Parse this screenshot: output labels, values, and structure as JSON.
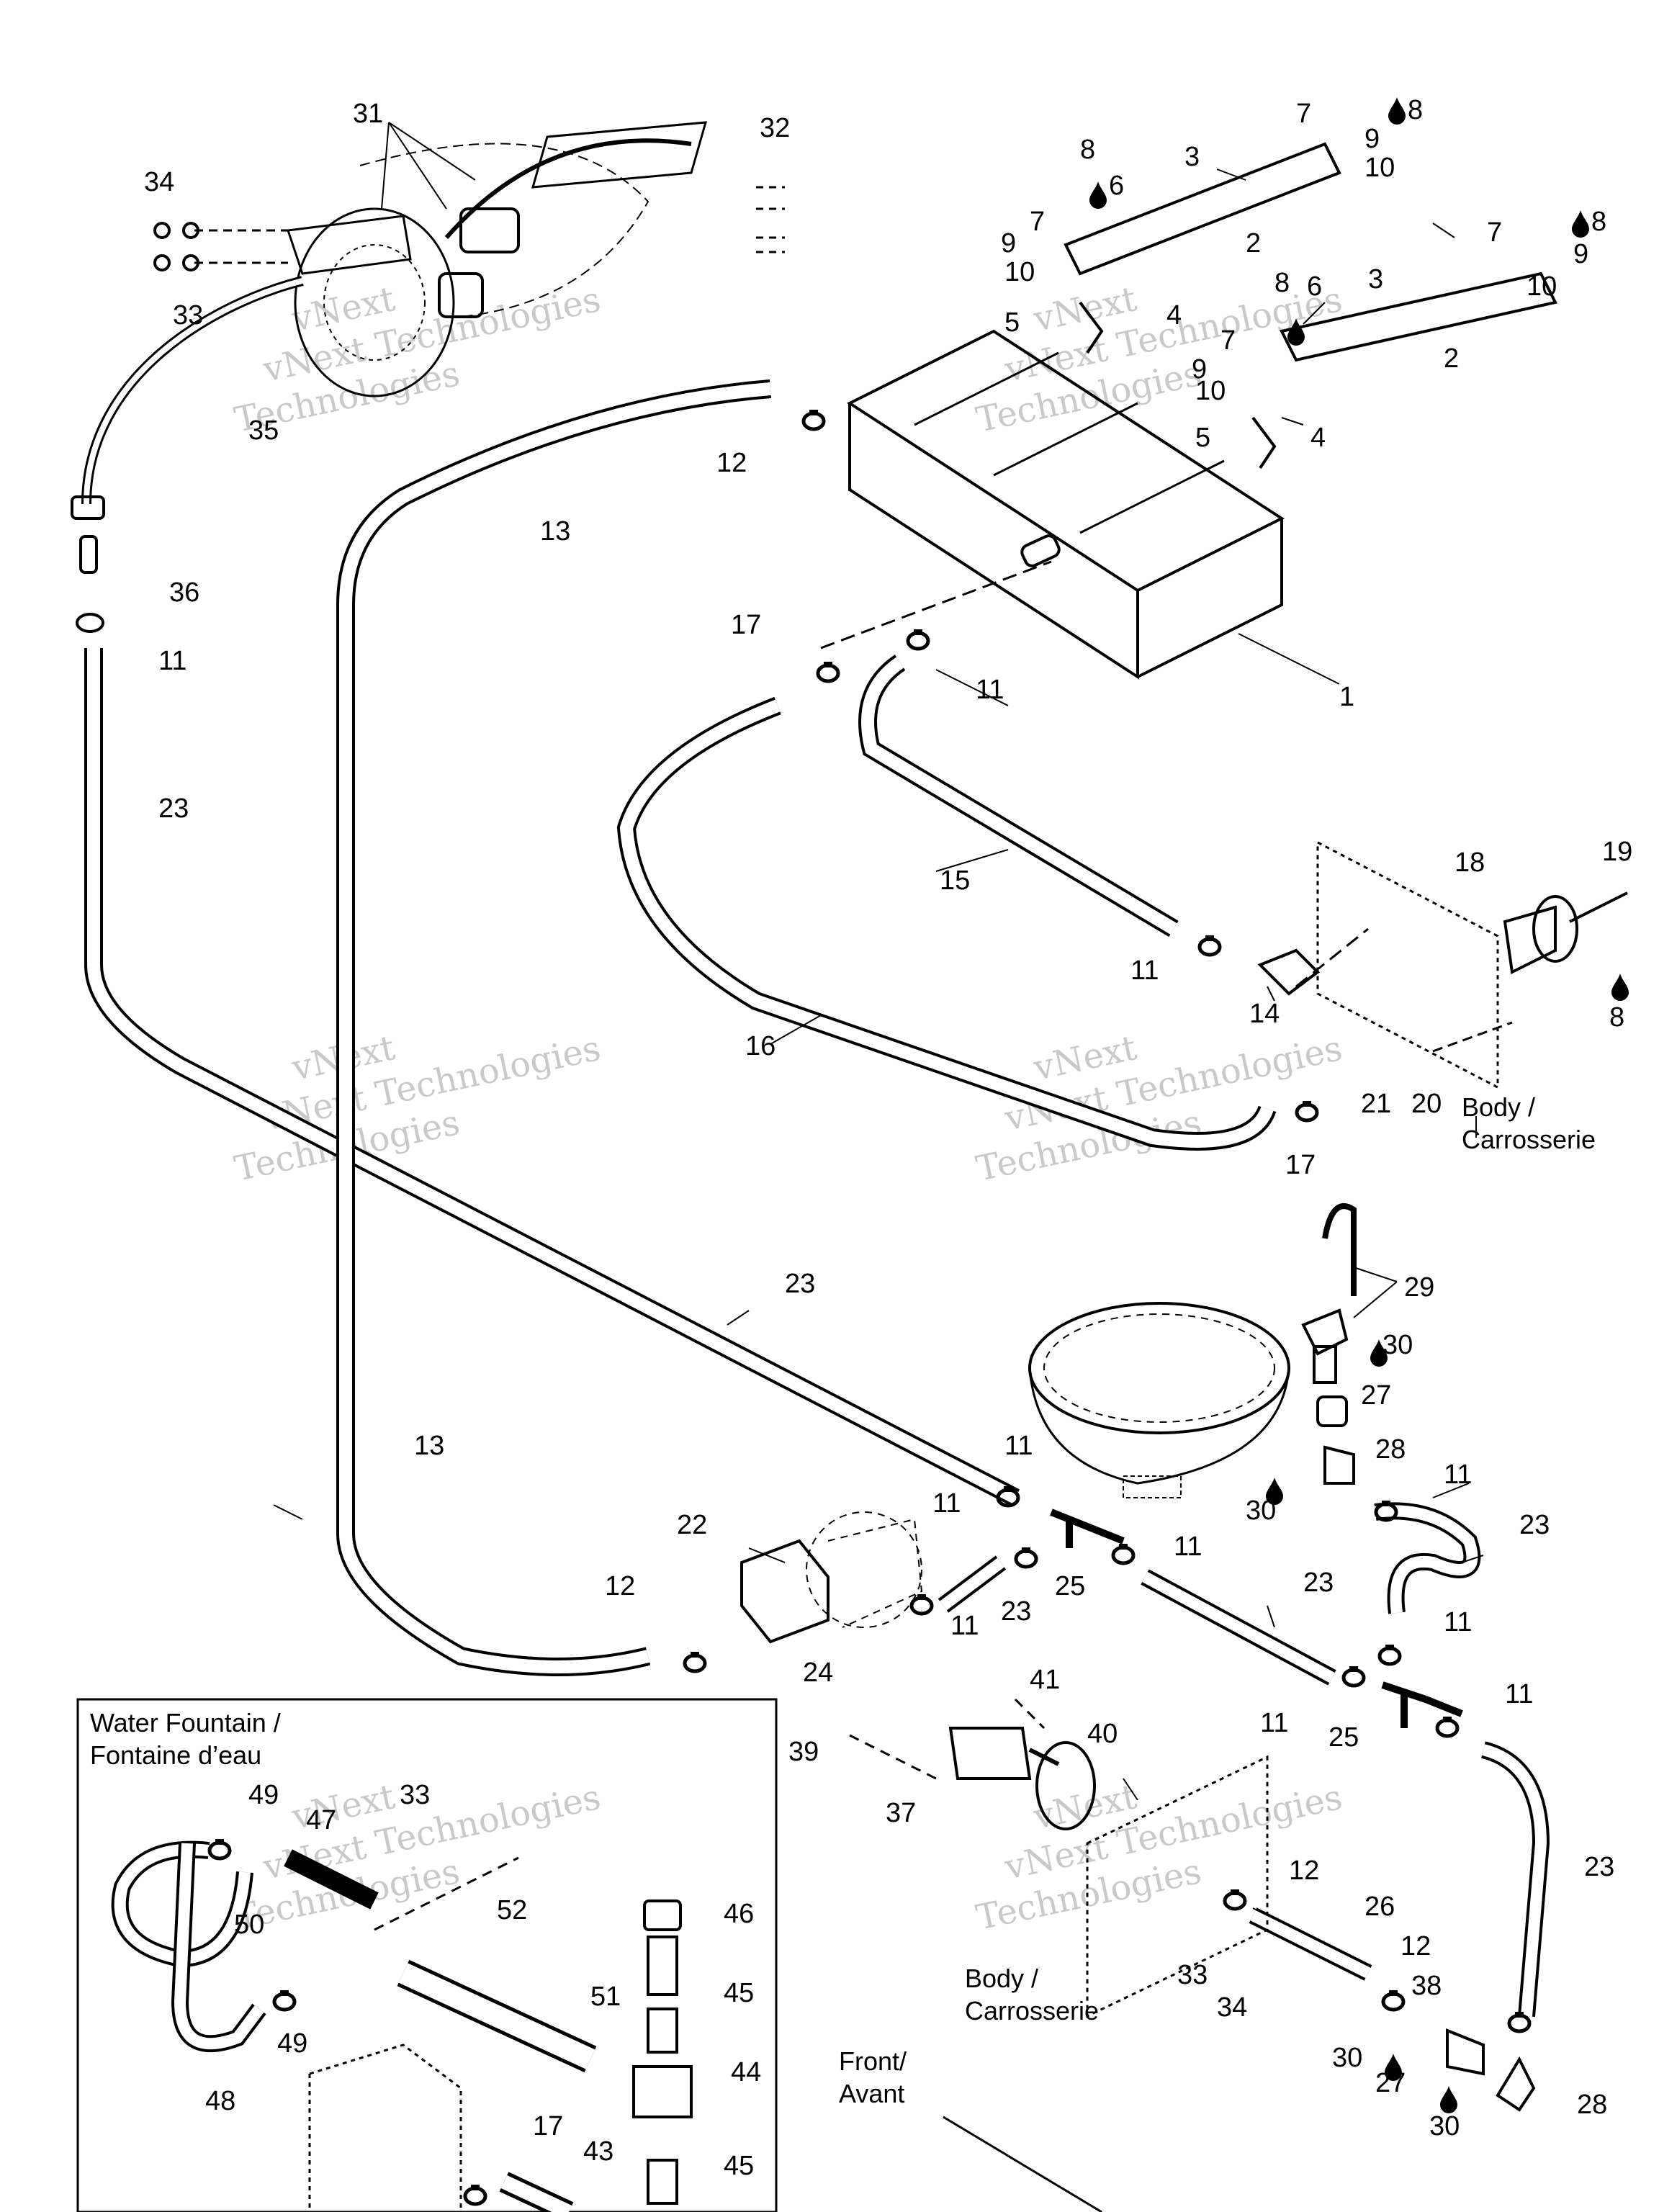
{
  "labels": {
    "c1": "1",
    "c2a": "2",
    "c2b": "2",
    "c3a": "3",
    "c3b": "3",
    "c4a": "4",
    "c4b": "4",
    "c5a": "5",
    "c5b": "5",
    "c6a": "6",
    "c6b": "6",
    "c7a": "7",
    "c7b": "7",
    "c7c": "7",
    "c7d": "7",
    "c8a": "8",
    "c8b": "8",
    "c8c": "8",
    "c8d": "8",
    "c8e": "8",
    "c9a": "9",
    "c9b": "9",
    "c9c": "9",
    "c9d": "9",
    "c10a": "10",
    "c10b": "10",
    "c10c": "10",
    "c10d": "10",
    "c11a": "11",
    "c11b": "11",
    "c11c": "11",
    "c11d": "11",
    "c11e": "11",
    "c11f": "11",
    "c11g": "11",
    "c11h": "11",
    "c11i": "11",
    "c11j": "11",
    "c11k": "11",
    "c12a": "12",
    "c12b": "12",
    "c12c": "12",
    "c12d": "12",
    "c13a": "13",
    "c13b": "13",
    "c14": "14",
    "c15": "15",
    "c16": "16",
    "c17a": "17",
    "c17b": "17",
    "c17c": "17",
    "c18": "18",
    "c19": "19",
    "c20": "20",
    "c21": "21",
    "c22": "22",
    "c23a": "23",
    "c23b": "23",
    "c23c": "23",
    "c23d": "23",
    "c23e": "23",
    "c23f": "23",
    "c24": "24",
    "c25a": "25",
    "c25b": "25",
    "c26": "26",
    "c27a": "27",
    "c27b": "27",
    "c28a": "28",
    "c28b": "28",
    "c29": "29",
    "c30a": "30",
    "c30b": "30",
    "c30c": "30",
    "c30d": "30",
    "c31": "31",
    "c32": "32",
    "c33a": "33",
    "c33b": "33",
    "c33c": "33",
    "c34a": "34",
    "c34b": "34",
    "c35": "35",
    "c36": "36",
    "c37": "37",
    "c38": "38",
    "c39": "39",
    "c40": "40",
    "c41": "41",
    "c43": "43",
    "c44": "44",
    "c45a": "45",
    "c45b": "45",
    "c46": "46",
    "c47": "47",
    "c48": "48",
    "c49a": "49",
    "c49b": "49",
    "c50": "50",
    "c51": "51",
    "c52": "52"
  },
  "text": {
    "body1_line1": "Body /",
    "body1_line2": "Carrosserie",
    "body2_line1": "Body /",
    "body2_line2": "Carrosserie",
    "front_line1": "Front/",
    "front_line2": "Avant",
    "inset_title_line1": "Water Fountain /",
    "inset_title_line2": "Fontaine d’eau"
  },
  "watermark": {
    "line1": "vNext",
    "line2": "vNext Technologies",
    "line3": "Technologies"
  },
  "icons": {
    "drop": "liquid-drop-icon (thread locker / sealant symbol)"
  }
}
